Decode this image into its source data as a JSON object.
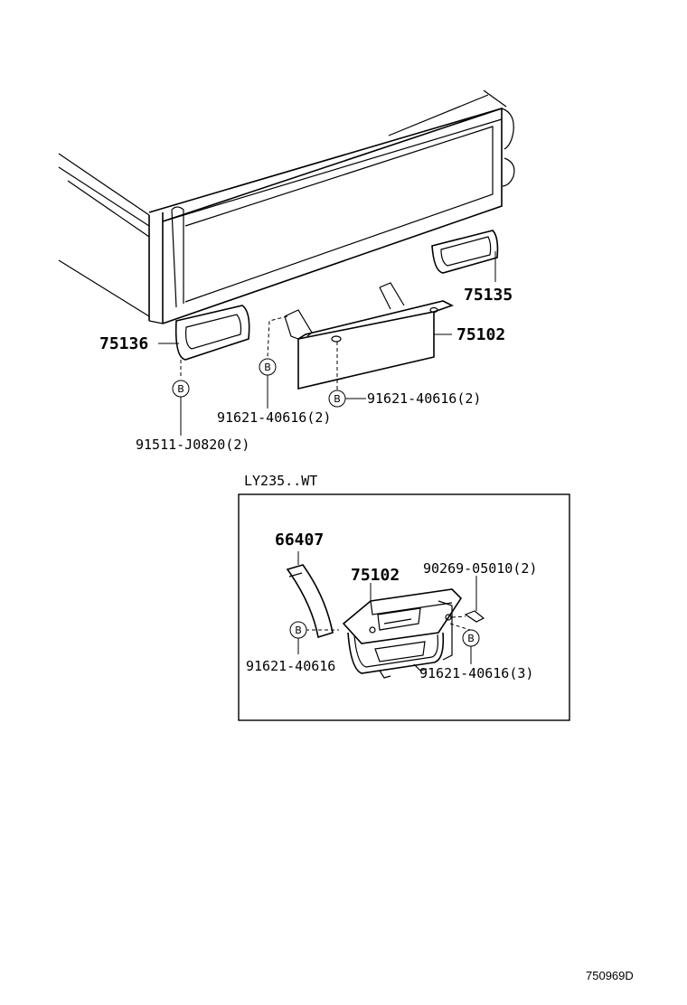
{
  "labels": {
    "p75135": "75135",
    "p75136": "75136",
    "p75102_top": "75102",
    "p91621_right": "91621-40616(2)",
    "p91621_mid": "91621-40616(2)",
    "p91511": "91511-J0820(2)",
    "inset_title": "LY235..WT",
    "p66407": "66407",
    "p75102_inset": "75102",
    "p90269": "90269-05010(2)",
    "p91621_inset_left": "91621-40616",
    "p91621_inset_right": "91621-40616(3)",
    "bolt_mark": "B",
    "diagram_code": "750969D"
  }
}
